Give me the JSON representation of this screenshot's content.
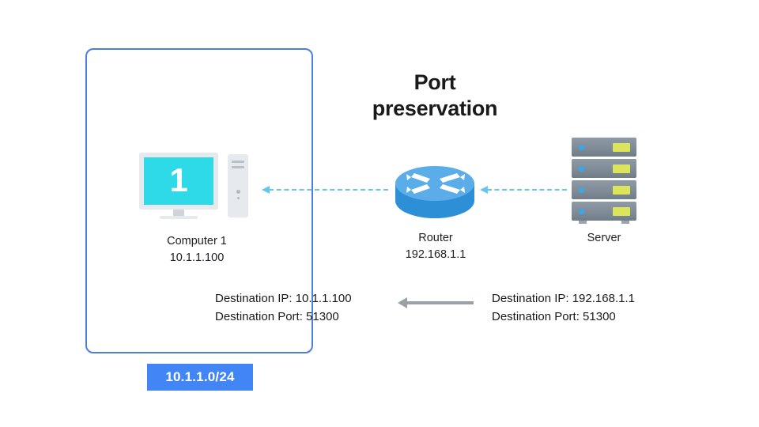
{
  "title": {
    "line1": "Port",
    "line2": "preservation"
  },
  "subnet": {
    "badge_label": "10.1.1.0/24",
    "border_color": "#4a7fe0",
    "badge_color": "#4285f4"
  },
  "nodes": {
    "computer": {
      "icon": "desktop-computer-icon",
      "screen_number": "1",
      "name": "Computer 1",
      "ip": "10.1.1.100",
      "screen_color": "#2fdae8"
    },
    "router": {
      "icon": "router-icon",
      "name": "Router",
      "ip": "192.168.1.1",
      "body_color": "#2d8fd5",
      "top_color": "#5aade8"
    },
    "server": {
      "icon": "server-rack-icon",
      "name": "Server",
      "unit_count": 4,
      "led_color": "#dce559",
      "chassis_color": "#7e8b97"
    }
  },
  "flows": {
    "arrow_color": "#65c7ef",
    "gray_arrow_color": "#9aa0a6",
    "router_to_computer": "dashed-arrow-left",
    "server_to_router": "dashed-arrow-left",
    "direction_arrow": "solid-arrow-left"
  },
  "packets": {
    "inside_subnet": {
      "dest_ip": "Destination IP: 10.1.1.100",
      "dest_port": "Destination Port: 51300"
    },
    "outside_subnet": {
      "dest_ip": "Destination IP: 192.168.1.1",
      "dest_port": "Destination Port: 51300"
    }
  }
}
